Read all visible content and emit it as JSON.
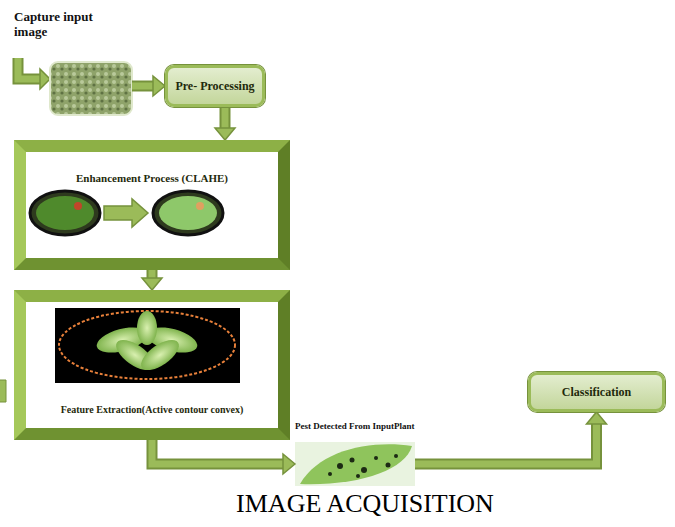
{
  "diagram": {
    "caption": "IMAGE ACQUISITION",
    "nodes": [
      {
        "text": [
          "Capture input image"
        ]
      },
      {
        "text": [
          "Pre- Processing"
        ]
      },
      {
        "text": [
          "Enhancement Process (CLAHE)"
        ]
      },
      {
        "text": [
          "Feature Extraction(Active contour convex)"
        ]
      },
      {
        "text": [
          "Pest Detected From InputPlant"
        ]
      },
      {
        "text": [
          "Classification"
        ]
      }
    ],
    "edges": [
      {
        "from": 0,
        "to": 1,
        "arrow": "to"
      },
      {
        "from": 1,
        "to": 2,
        "arrow": "to"
      },
      {
        "from": 2,
        "to": 3,
        "arrow": "to"
      },
      {
        "from": 3,
        "to": 4,
        "arrow": "to"
      },
      {
        "from": 4,
        "to": 5,
        "arrow": "to"
      }
    ]
  }
}
